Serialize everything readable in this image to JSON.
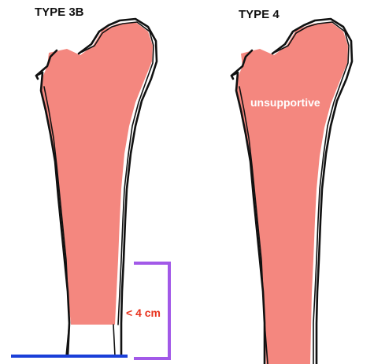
{
  "panels": [
    {
      "title": "TYPE 3B",
      "label": ""
    },
    {
      "title": "TYPE 4",
      "label": "unsupportive"
    }
  ],
  "measurement": {
    "label": "< 4 cm"
  },
  "colors": {
    "bone_fill": "#f4877f",
    "outline": "#111111",
    "bracket": "#a259e8",
    "baseline": "#1a3fd8",
    "measure_text": "#e8331e",
    "inner_label": "#ffffff"
  }
}
